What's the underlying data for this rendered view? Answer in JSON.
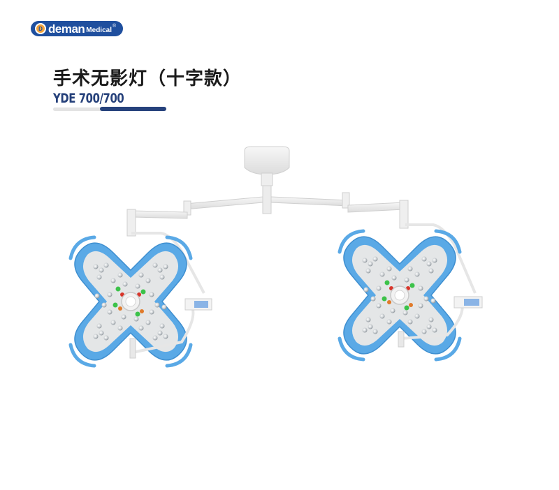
{
  "brand": {
    "logo_mark": "D",
    "logo_word": "deman",
    "logo_sub": "Medical",
    "registered": "®",
    "color": "#1f4f9e"
  },
  "product": {
    "title": "手术无影灯（十字款）",
    "model": "YDE 700/700",
    "title_color": "#1a1a1a",
    "model_color": "#25407a",
    "accent_bar_color": "#26427c",
    "frame_color": "#5aa9e6",
    "image_alt": "Dual-head cross-shaped LED surgical shadowless operating lamp, ceiling mounted"
  }
}
